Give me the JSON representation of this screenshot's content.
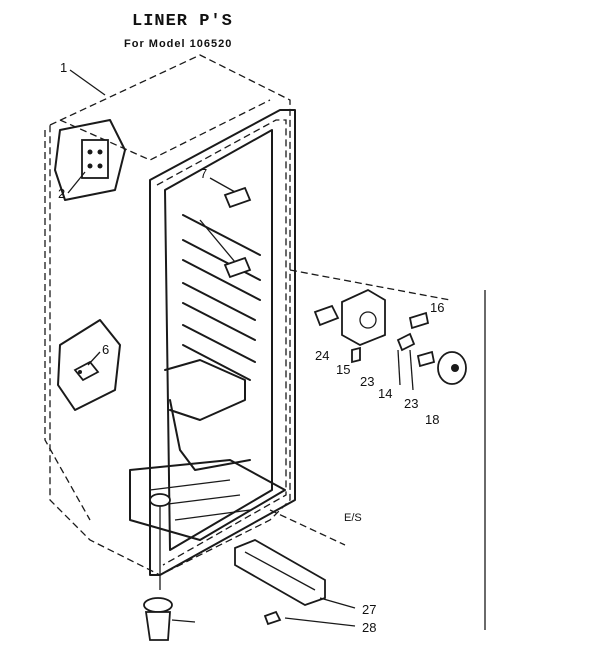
{
  "title": "LINER P'S",
  "subtitle": "For Model 106520",
  "annotation": "E/S",
  "callouts": [
    "1",
    "2",
    "6",
    "7",
    "16",
    "24",
    "15",
    "23",
    "14",
    "23",
    "18",
    "27",
    "28"
  ]
}
